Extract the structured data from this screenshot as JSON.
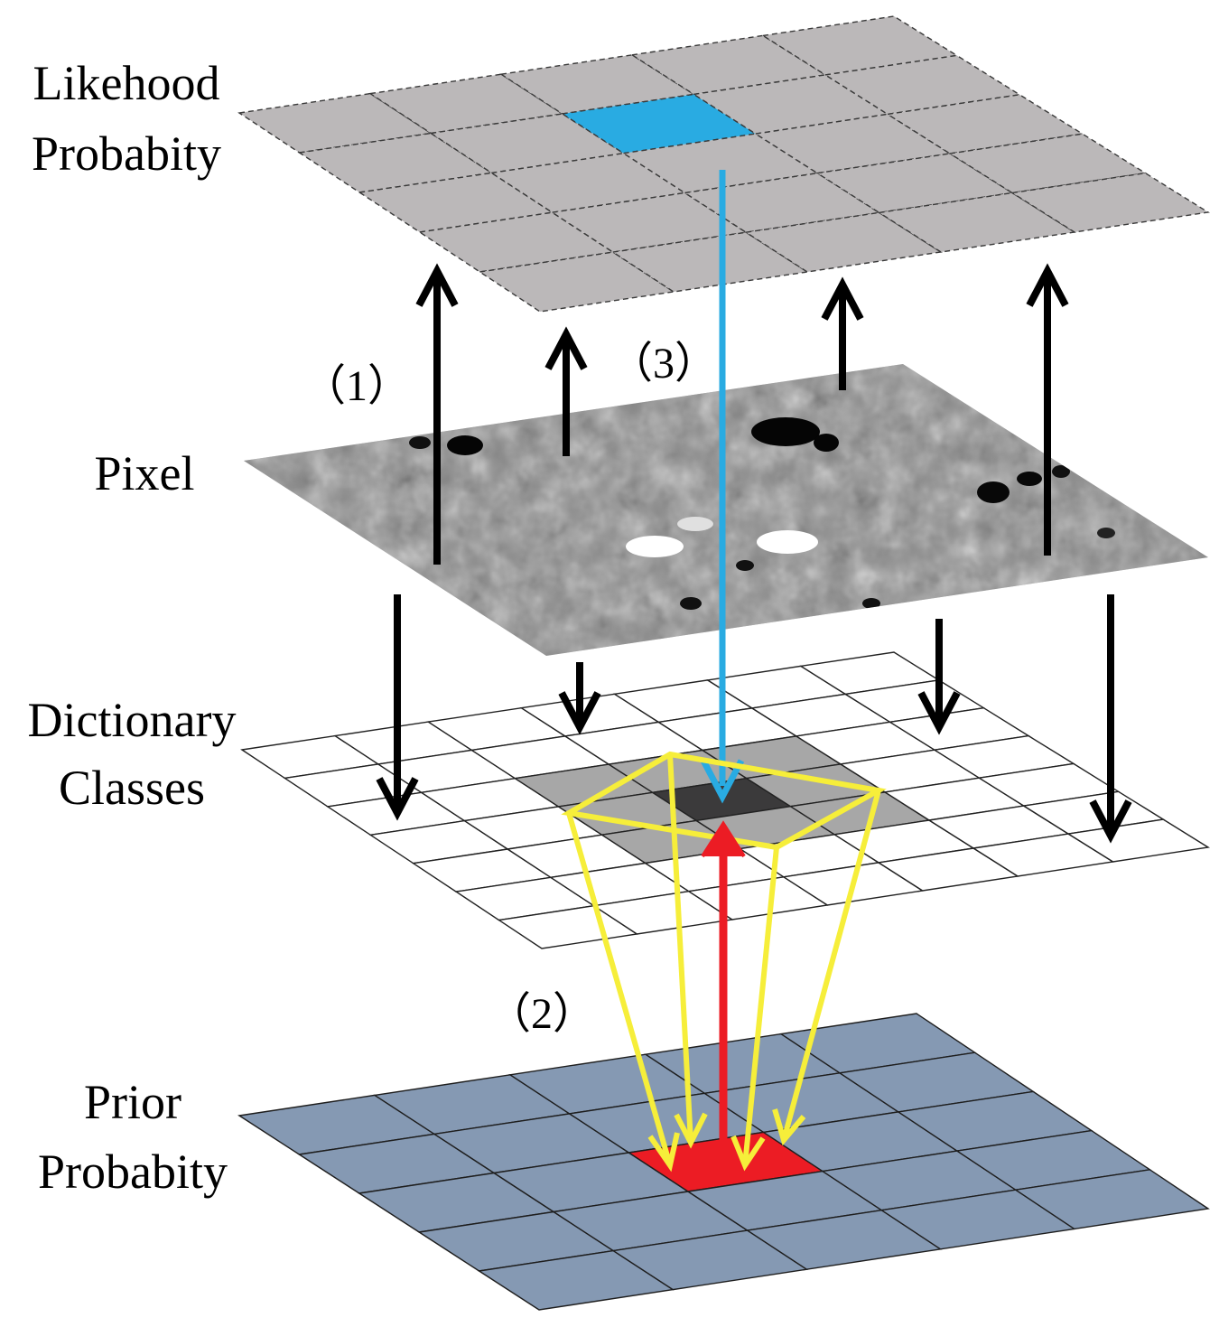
{
  "labels": {
    "likelihood_line1": "Likehood",
    "likelihood_line2": "Probabity",
    "pixel": "Pixel",
    "dictionary_line1": "Dictionary",
    "dictionary_line2": "Classes",
    "prior_line1": "Prior",
    "prior_line2": "Probabity"
  },
  "steps": {
    "step1": "（1）",
    "step2": "（2）",
    "step3": "（3）"
  },
  "colors": {
    "likelihood_layer": "#bbb8b9",
    "likelihood_highlight": "#29abe2",
    "dictionary_neighborhood": "#a7a7a7",
    "dictionary_center": "#3b3a3b",
    "prior_layer": "#8599b3",
    "prior_highlight": "#ec1c24",
    "arrow_black": "#000000",
    "arrow_blue": "#29abe2",
    "arrow_red": "#ec1c24",
    "arrow_yellow": "#f6ee3a"
  }
}
